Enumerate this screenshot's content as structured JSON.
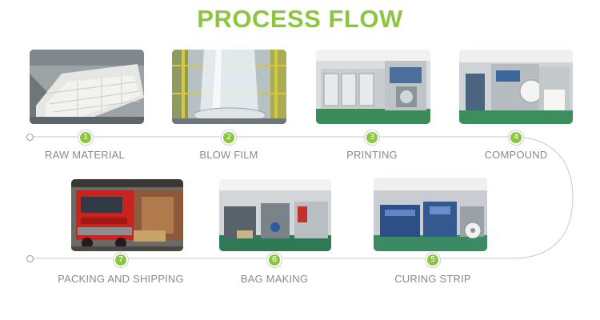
{
  "title": "PROCESS FLOW",
  "colors": {
    "accent": "#8cc63f",
    "line": "#c9c9c9",
    "label": "#8a8a8a"
  },
  "steps": [
    {
      "number": "1",
      "label": "RAW MATERIAL",
      "image": "stacked-bags-warehouse"
    },
    {
      "number": "2",
      "label": "BLOW FILM",
      "image": "film-blowing-machine"
    },
    {
      "number": "3",
      "label": "PRINTING",
      "image": "printing-press"
    },
    {
      "number": "4",
      "label": "COMPOUND",
      "image": "laminating-machine"
    },
    {
      "number": "5",
      "label": "CURING STRIP",
      "image": "slitting-machines"
    },
    {
      "number": "6",
      "label": "BAG MAKING",
      "image": "bag-making-workshop"
    },
    {
      "number": "7",
      "label": "PACKING AND SHIPPING",
      "image": "red-truck-loading"
    }
  ]
}
